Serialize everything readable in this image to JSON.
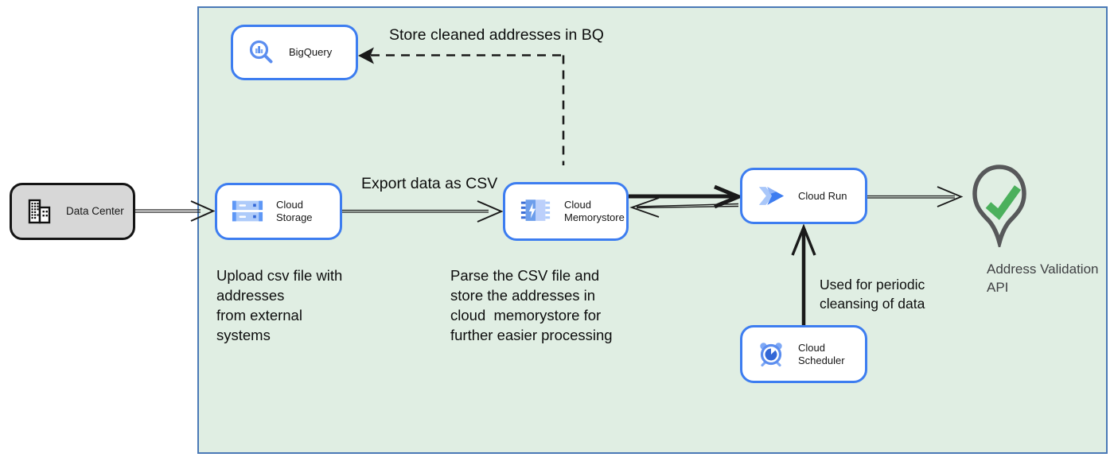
{
  "diagram": {
    "external": {
      "data_center": {
        "label": "Data Center"
      }
    },
    "nodes": {
      "bigquery": {
        "label": "BigQuery"
      },
      "cloud_storage": {
        "label": "Cloud Storage"
      },
      "cloud_memorystore": {
        "label_lines": [
          "Cloud",
          "Memorystore"
        ]
      },
      "cloud_run": {
        "label": "Cloud Run"
      },
      "cloud_scheduler": {
        "label": "Cloud Scheduler"
      }
    },
    "annotations": {
      "store_bq": "Store cleaned addresses in BQ",
      "export_csv": "Export data as CSV",
      "upload_note_lines": [
        "Upload csv file with",
        "addresses",
        "from external",
        "systems"
      ],
      "parse_note_lines": [
        "Parse the CSV file and",
        "store the addresses in",
        "cloud  memorystore for",
        "further easier processing"
      ],
      "scheduler_note_lines": [
        "Used for periodic",
        "cleansing of data"
      ],
      "api_label_lines": [
        "Address Validation",
        "API"
      ]
    },
    "colors": {
      "boundary_fill": "#e0eee3",
      "boundary_border": "#4a79b6",
      "node_border_blue": "#3d7df0",
      "icon_blue_dark": "#3367d6",
      "icon_blue_mid": "#5e97f6",
      "icon_blue_light": "#aecbfa",
      "datacenter_fill": "#d7d7d7",
      "pin_gray": "#57585a",
      "check_green": "#4bb05c",
      "arrow_black": "#1a1a1a"
    }
  }
}
